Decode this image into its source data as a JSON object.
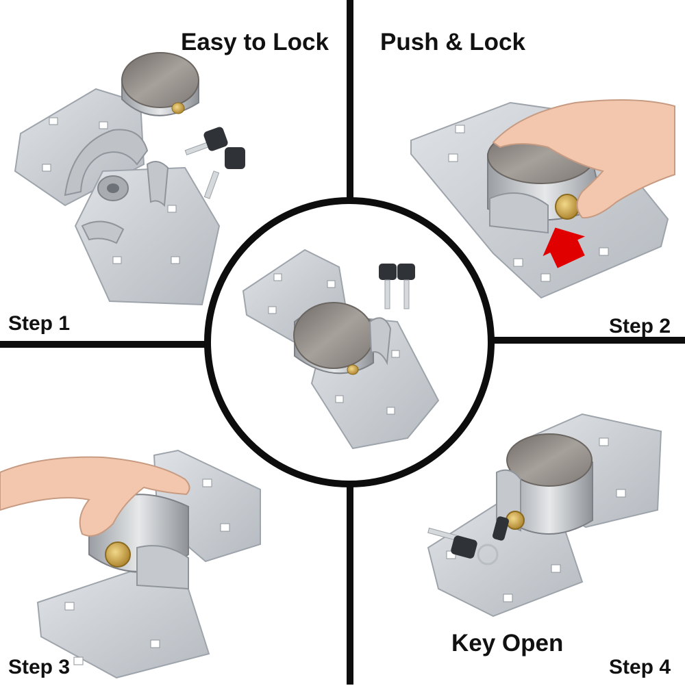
{
  "headings": {
    "top_left": "Easy to Lock",
    "top_right": "Push & Lock",
    "bottom_right": "Key Open"
  },
  "steps": {
    "step1": "Step 1",
    "step2": "Step 2",
    "step3": "Step 3",
    "step4": "Step 4"
  },
  "colors": {
    "divider": "#0d0d0d",
    "plate": "#c8ccd1",
    "plate_edge": "#9ea4ab",
    "lock_body": "#b9bcc0",
    "lock_top": "#8f8a85",
    "brass": "#c9a24a",
    "skin": "#f3c7ad",
    "arrow": "#e10000",
    "key_head": "#2f3338"
  }
}
